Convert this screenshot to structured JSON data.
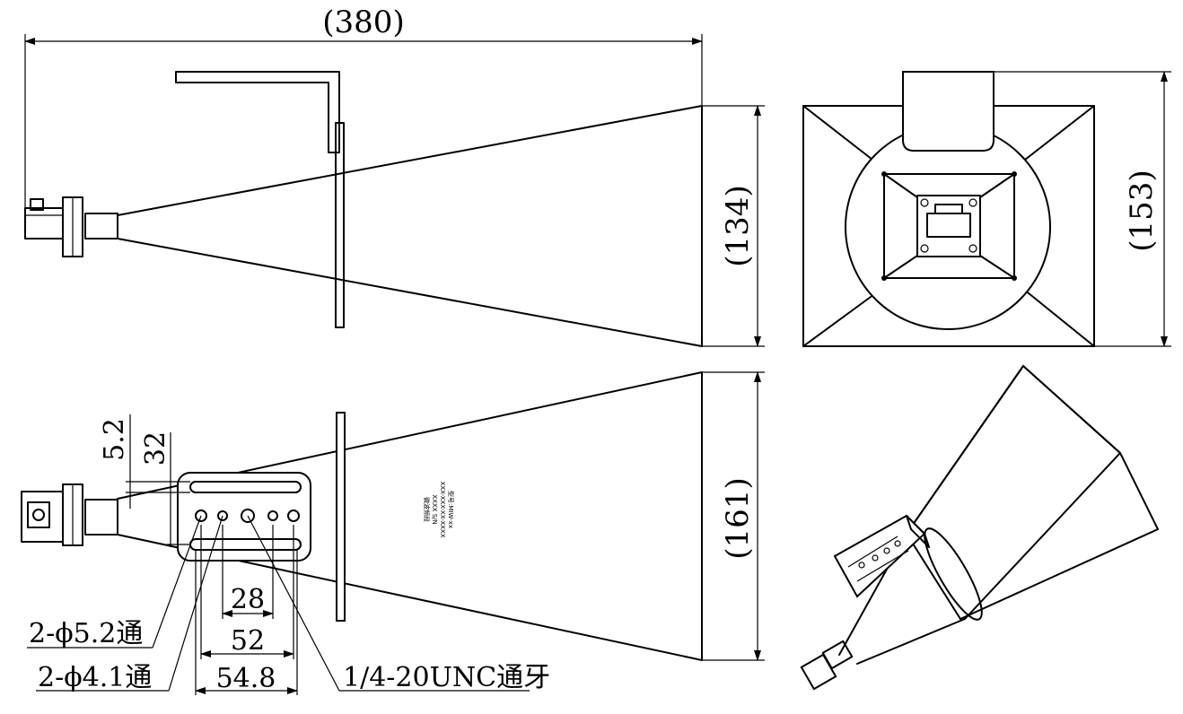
{
  "dimensions": {
    "overall_length": "(380)",
    "side_aperture_height": "(134)",
    "front_height": "(153)",
    "bottom_aperture_height": "(161)",
    "slot_width": "5.2",
    "slot_spacing": "32",
    "hole_spacing_inner": "28",
    "hole_spacing_mid": "52",
    "slot_length": "54.8"
  },
  "callouts": {
    "holes_large": "2-ϕ5.2通",
    "holes_small": "2-ϕ4.1通",
    "thread_hole": "1/4-20UNC通牙"
  },
  "label_plate": {
    "line1": "型号:MIW-xx",
    "line2": "XXX-XXX-XX-XXXX",
    "line3": "XXXX S/N",
    "line4": "微波频段"
  }
}
